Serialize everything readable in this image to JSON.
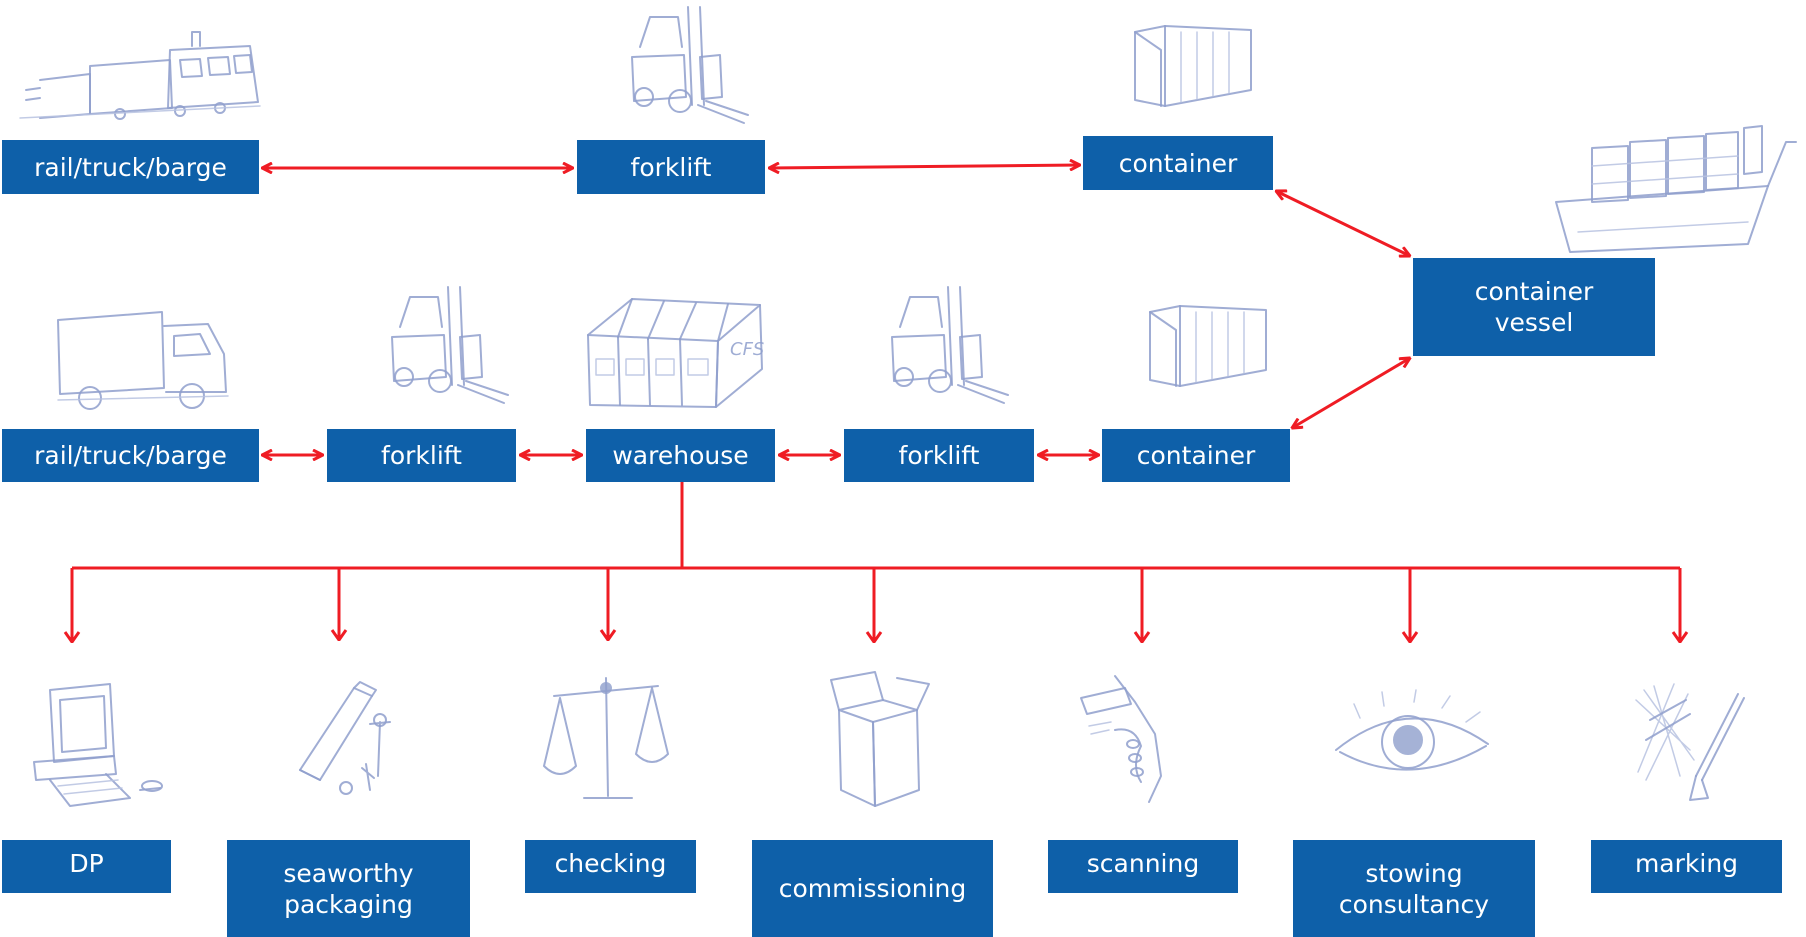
{
  "colors": {
    "box_fill": "#0e60a9",
    "box_text": "#ffffff",
    "arrow": "#ef1c24",
    "sketch": "#8f9fcd"
  },
  "nodes": {
    "top_transport": {
      "label": "rail/truck/barge"
    },
    "top_forklift": {
      "label": "forklift"
    },
    "top_container": {
      "label": "container"
    },
    "vessel": {
      "line1": "container",
      "line2": "vessel"
    },
    "mid_transport": {
      "label": "rail/truck/barge"
    },
    "mid_forklift_left": {
      "label": "forklift"
    },
    "warehouse": {
      "label": "warehouse"
    },
    "mid_forklift_right": {
      "label": "forklift"
    },
    "mid_container": {
      "label": "container"
    }
  },
  "services": [
    {
      "id": "dp",
      "label": "DP",
      "icon": "computer-icon"
    },
    {
      "id": "seaworthy",
      "line1": "seaworthy",
      "line2": "packaging",
      "icon": "stapler-icon"
    },
    {
      "id": "checking",
      "label": "checking",
      "icon": "scales-icon"
    },
    {
      "id": "commissioning",
      "label": "commissioning",
      "icon": "box-icon"
    },
    {
      "id": "scanning",
      "label": "scanning",
      "icon": "hand-scanner-icon"
    },
    {
      "id": "stowing",
      "line1": "stowing",
      "line2": "consultancy",
      "icon": "eye-icon"
    },
    {
      "id": "marking",
      "label": "marking",
      "icon": "paint-brush-icon"
    }
  ],
  "icons": {
    "top_transport": "train-icon",
    "top_forklift": "forklift-icon",
    "top_container": "container-icon",
    "vessel": "ship-icon",
    "mid_transport": "truck-icon",
    "mid_forklift_left": "forklift-icon",
    "warehouse": "warehouse-icon",
    "mid_forklift_right": "forklift-icon",
    "mid_container": "container-icon"
  },
  "warehouse_sign": "CFS"
}
